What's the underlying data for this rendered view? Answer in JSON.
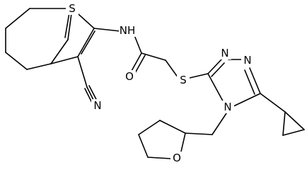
{
  "structure": {
    "atom_labels": {
      "thiophene_sulfur": "S",
      "amide_nh": "NH",
      "amide_oxygen": "O",
      "nitrile_nitrogen": "N",
      "thioether_sulfur": "S",
      "triazole_n1": "N",
      "triazole_n2": "N",
      "triazole_n4": "N",
      "thf_oxygen": "O"
    },
    "colors": {
      "bonds": "#000000",
      "labels": "#000000",
      "background": "#ffffff"
    }
  }
}
